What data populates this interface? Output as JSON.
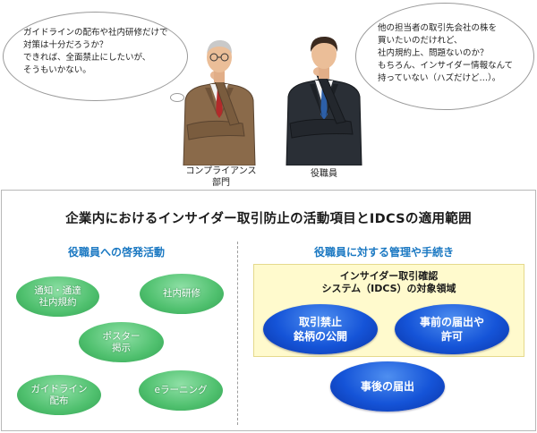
{
  "bubbles": {
    "left": "ガイドラインの配布や社内研修だけで\n対策は十分だろうか？\nできれば、全面禁止にしたいが、\nそうもいかない。",
    "right": "他の担当者の取引先会社の株を\n買いたいのだけれど、\n社内規約上、問題ないのか？\nもちろん、インサイダー情報なんて\n持っていない（ハズだけど…）。"
  },
  "roles": {
    "compliance": "コンプライアンス\n部門",
    "officer": "役職員"
  },
  "main_title": "企業内におけるインサイダー取引防止の活動項目とIDCSの適用範囲",
  "left_section": {
    "title": "役職員への啓発活動",
    "items": [
      "通知・通達\n社内規約",
      "社内研修",
      "ポスター\n掲示",
      "ガイドライン\n配布",
      "eラーニング"
    ]
  },
  "right_section": {
    "title": "役職員に対する管理や手続き",
    "box_title": "インサイダー取引確認\nシステム（IDCS）の対象領域",
    "items": [
      "取引禁止\n銘柄の公開",
      "事前の届出や\n許可",
      "事後の届出"
    ]
  }
}
